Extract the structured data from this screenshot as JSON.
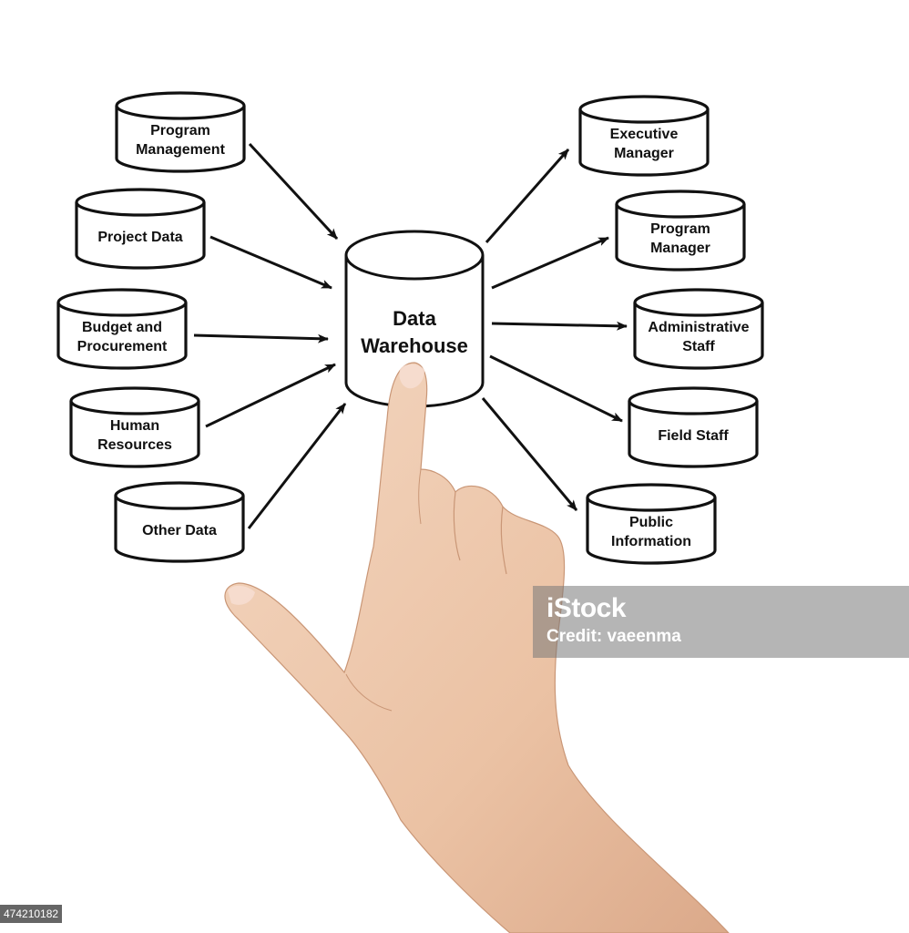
{
  "diagram": {
    "hub": {
      "label": "Data\nWarehouse"
    },
    "sources": [
      {
        "label": "Program\nManagement"
      },
      {
        "label": "Project Data"
      },
      {
        "label": "Budget and\nProcurement"
      },
      {
        "label": "Human\nResources"
      },
      {
        "label": "Other Data"
      }
    ],
    "consumers": [
      {
        "label": "Executive\nManager"
      },
      {
        "label": "Program\nManager"
      },
      {
        "label": "Administrative\nStaff"
      },
      {
        "label": "Field Staff"
      },
      {
        "label": "Public\nInformation"
      }
    ]
  },
  "watermark": {
    "brand": "iStock",
    "credit": "Credit: vaeenma"
  },
  "image_id": "474210182",
  "colors": {
    "line": "#111111",
    "background": "#ffffff",
    "skin": "#efc9ad"
  }
}
